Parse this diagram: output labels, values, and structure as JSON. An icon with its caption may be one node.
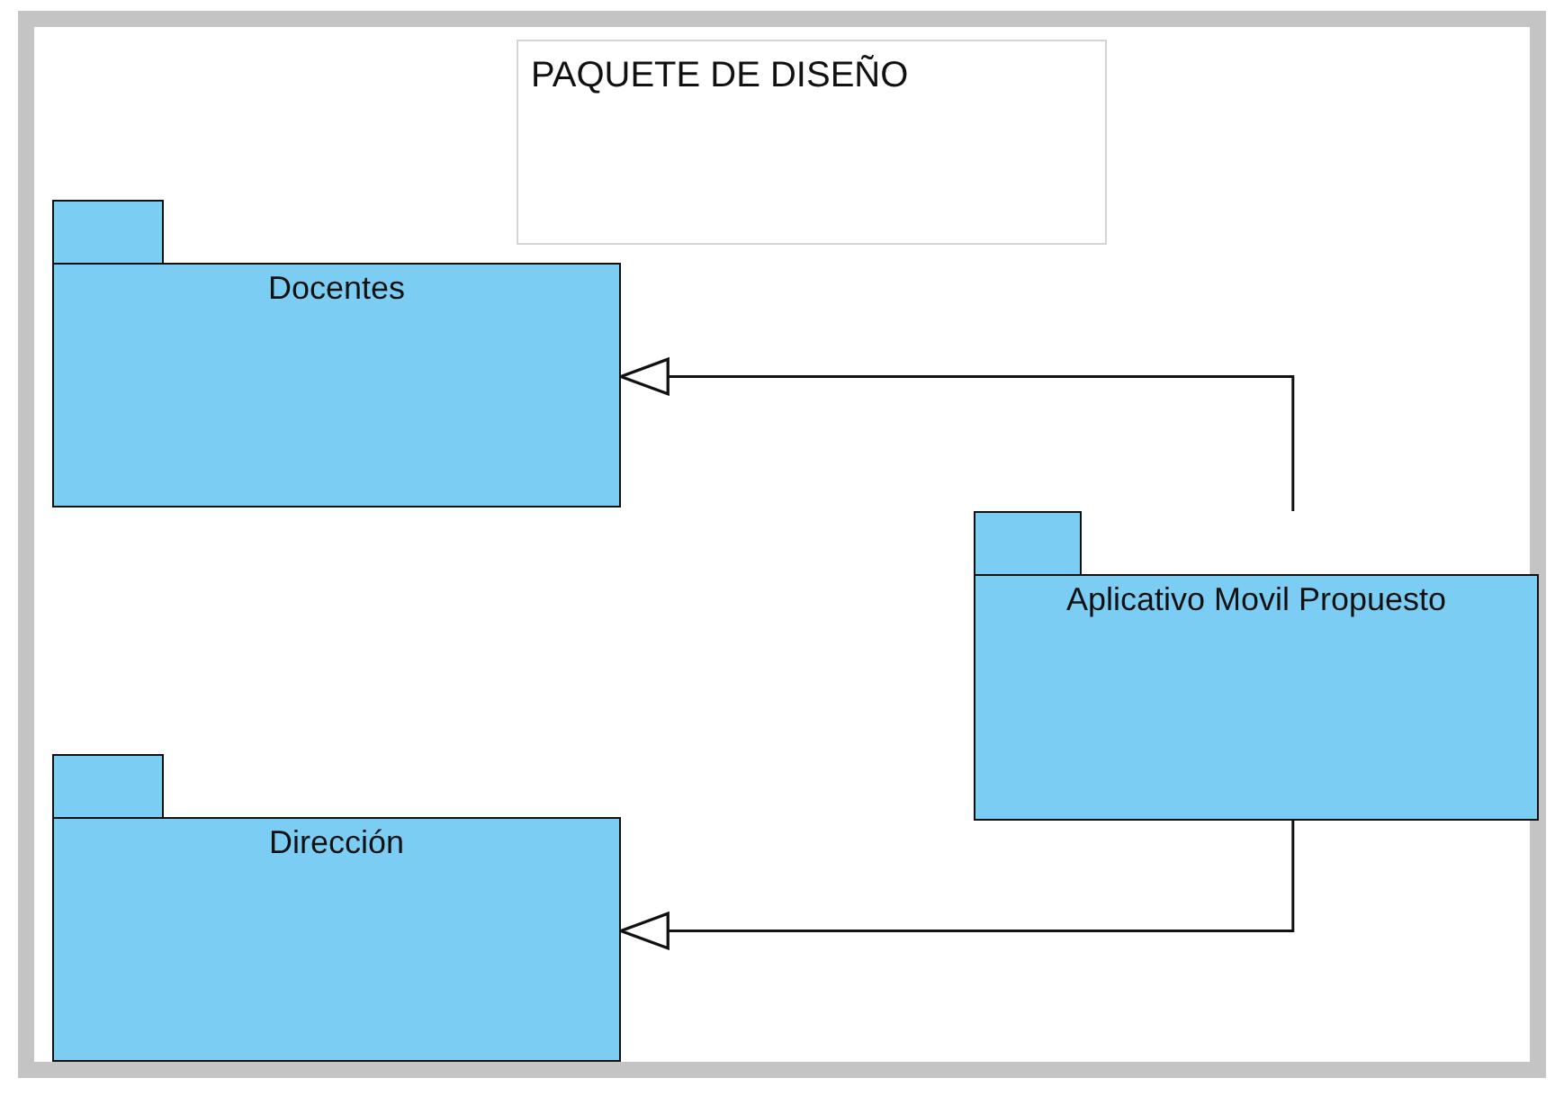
{
  "diagram": {
    "nodes": [
      {
        "text": [
          "PAQUETE DE DISEÑO"
        ]
      },
      {
        "text": [
          "Docentes"
        ]
      },
      {
        "text": [
          "Dirección"
        ]
      },
      {
        "text": [
          "Aplicativo Movil Propuesto"
        ]
      }
    ],
    "edges": [
      {
        "from": 3,
        "to": 1,
        "arrow": "to"
      },
      {
        "from": 3,
        "to": 2,
        "arrow": "to"
      }
    ]
  }
}
